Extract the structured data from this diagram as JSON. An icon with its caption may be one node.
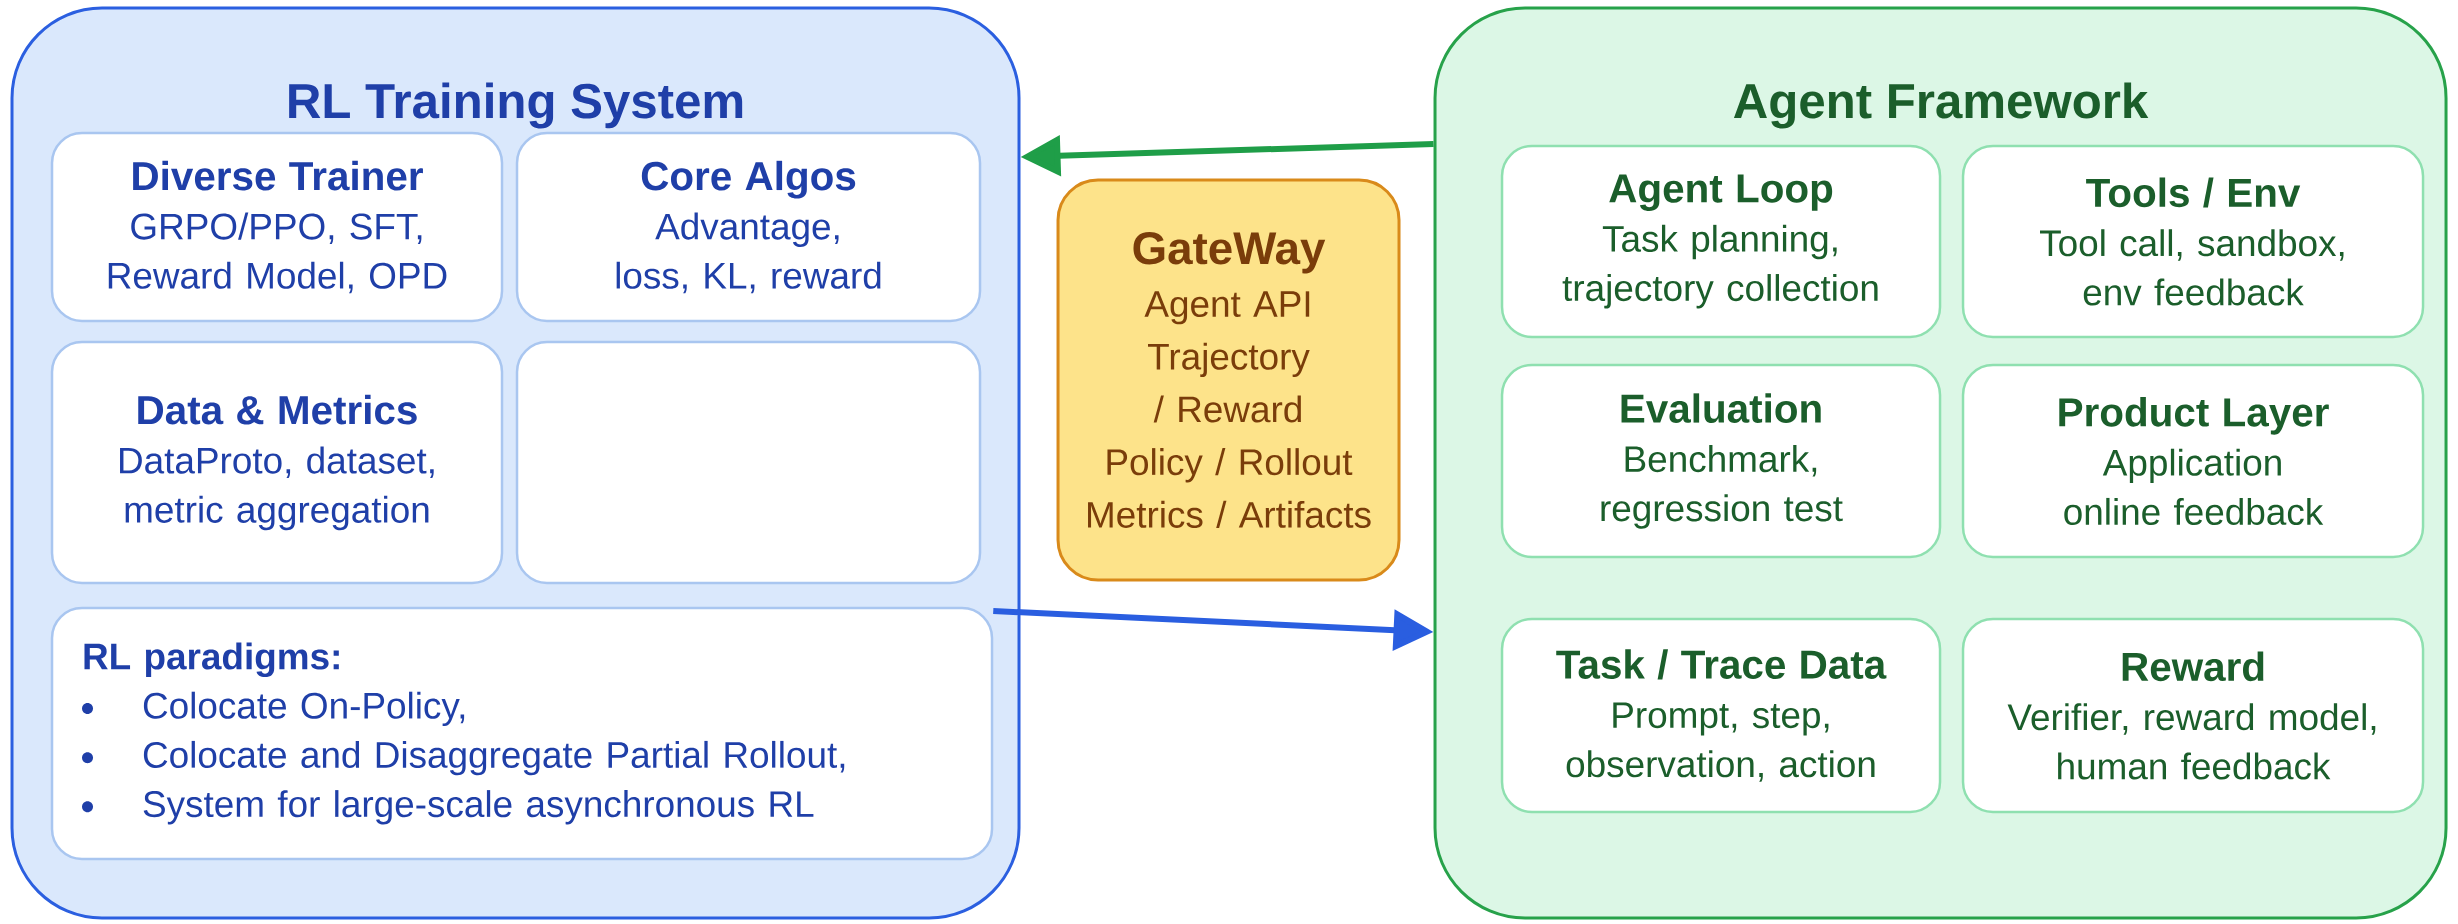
{
  "diagram": {
    "nodes": [
      {
        "text": [
          "RL Training System"
        ]
      },
      {
        "text": [
          "Diverse Trainer",
          "GRPO/PPO, SFT, Reward Model, OPD"
        ],
        "in": 0
      },
      {
        "text": [
          "Core Algos",
          "Advantage, loss, KL, reward"
        ],
        "in": 0
      },
      {
        "text": [
          "Data & Metrics",
          "DataProto, dataset, metric aggregation"
        ],
        "in": 0
      },
      {
        "text": [],
        "shape": "box",
        "in": 0
      },
      {
        "text": [
          "RL paradigms:",
          "Colocate On-Policy,",
          "Colocate and Disaggregate Partial Rollout,",
          "System for large-scale asynchronous RL"
        ],
        "in": 0
      },
      {
        "text": [
          "GateWay",
          "Agent API",
          "Trajectory / Reward",
          "Policy / Rollout",
          "Metrics / Artifacts"
        ]
      },
      {
        "text": [
          "Agent Framework"
        ]
      },
      {
        "text": [
          "Agent Loop",
          "Task planning, trajectory collection"
        ],
        "in": 7
      },
      {
        "text": [
          "Tools / Env",
          "Tool call, sandbox, env feedback"
        ],
        "in": 7
      },
      {
        "text": [
          "Evaluation",
          "Benchmark, regression test"
        ],
        "in": 7
      },
      {
        "text": [
          "Product Layer",
          "Application online feedback"
        ],
        "in": 7
      },
      {
        "text": [
          "Task / Trace Data",
          "Prompt, step, observation, action"
        ],
        "in": 7
      },
      {
        "text": [
          "Reward",
          "Verifier, reward model, human feedback"
        ],
        "in": 7
      }
    ],
    "edges": [
      {
        "from": 7,
        "to": 0,
        "arrow": "to",
        "color": "#1f9e48"
      },
      {
        "from": 5,
        "to": 7,
        "arrow": "to",
        "color": "#2a5ee0"
      }
    ]
  }
}
